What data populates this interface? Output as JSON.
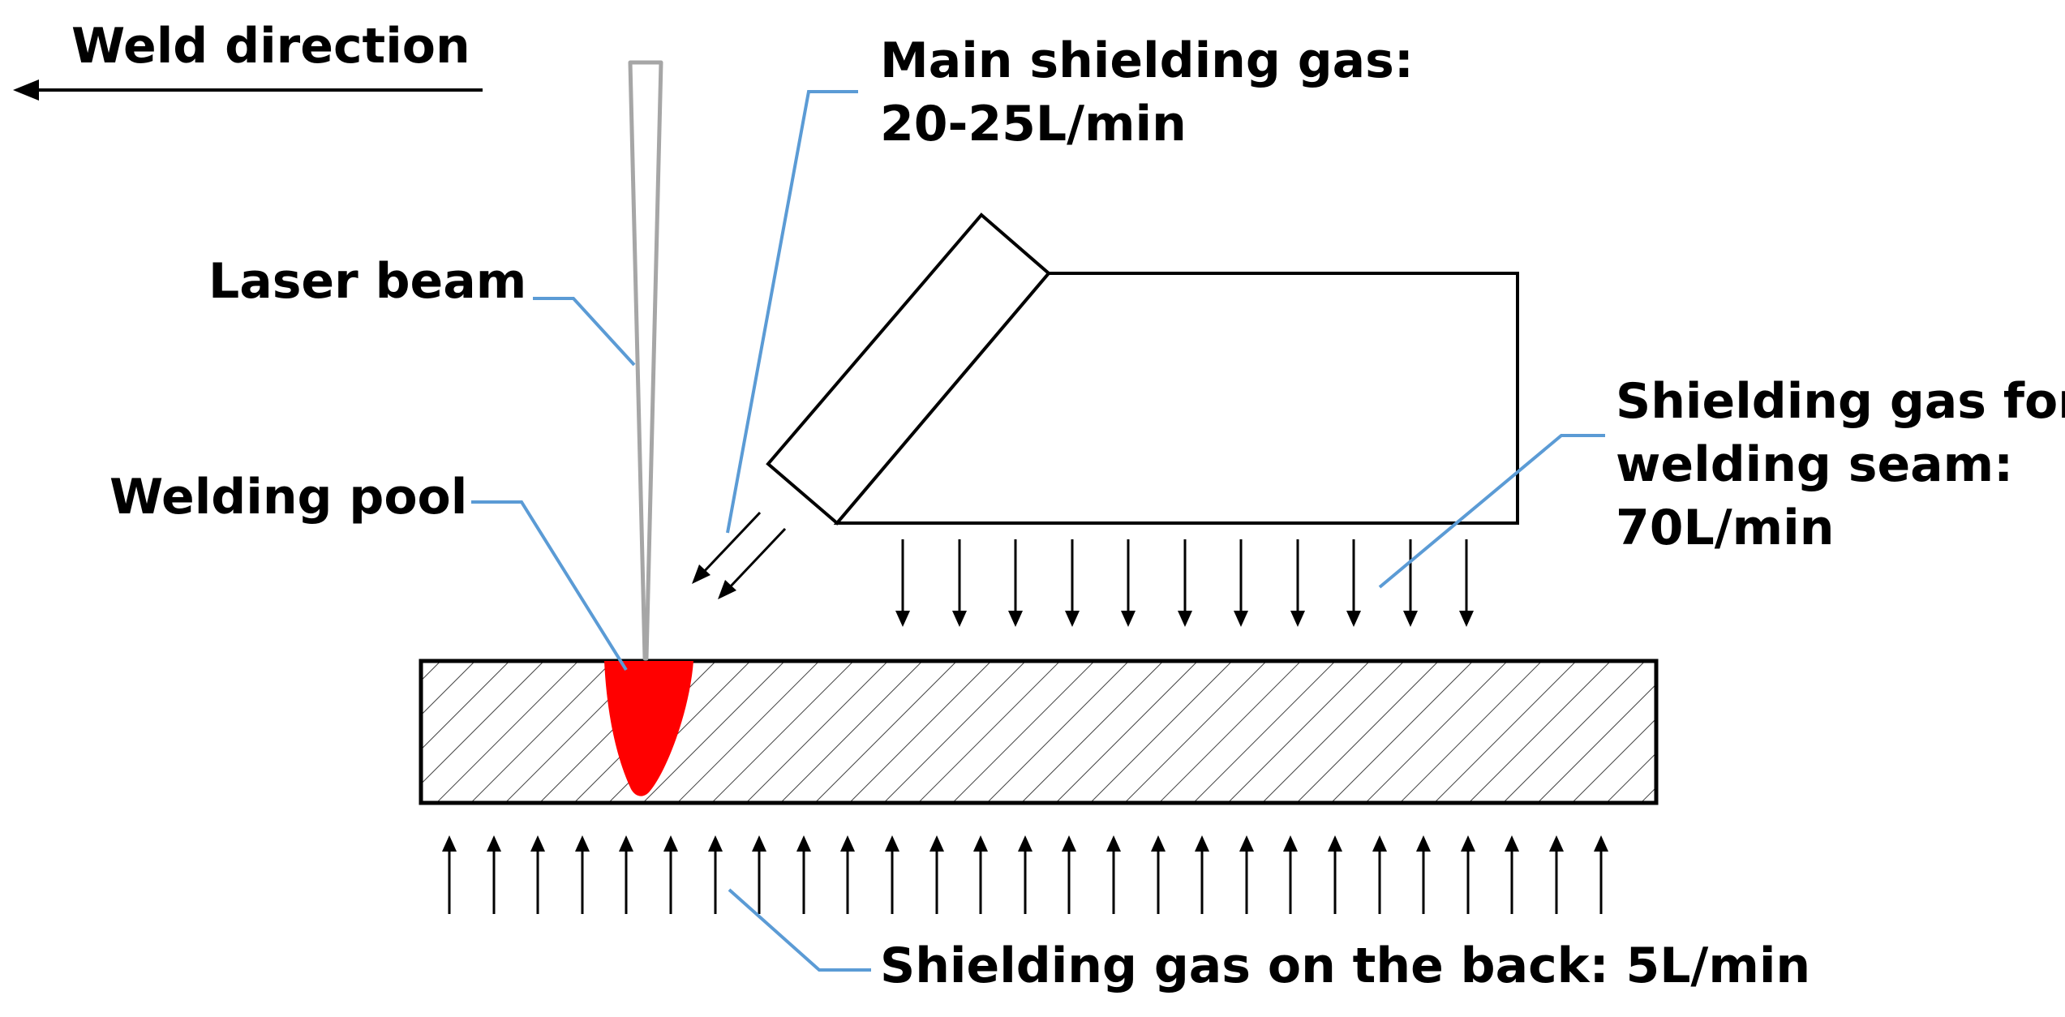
{
  "labels": {
    "weld_direction": "Weld direction",
    "laser_beam": "Laser beam",
    "welding_pool": "Welding pool",
    "main_shielding_gas": [
      "Main shielding gas:",
      "20-25L/min"
    ],
    "shielding_gas_seam": [
      "Shielding gas for",
      "welding seam:",
      "70L/min"
    ],
    "shielding_gas_back": "Shielding gas on the back: 5L/min"
  },
  "colors": {
    "leader_line": "#5b9bd5",
    "welding_pool": "#ff0000",
    "laser_beam": "#a6a6a6",
    "outline": "#000000",
    "hatch": "#404040"
  }
}
